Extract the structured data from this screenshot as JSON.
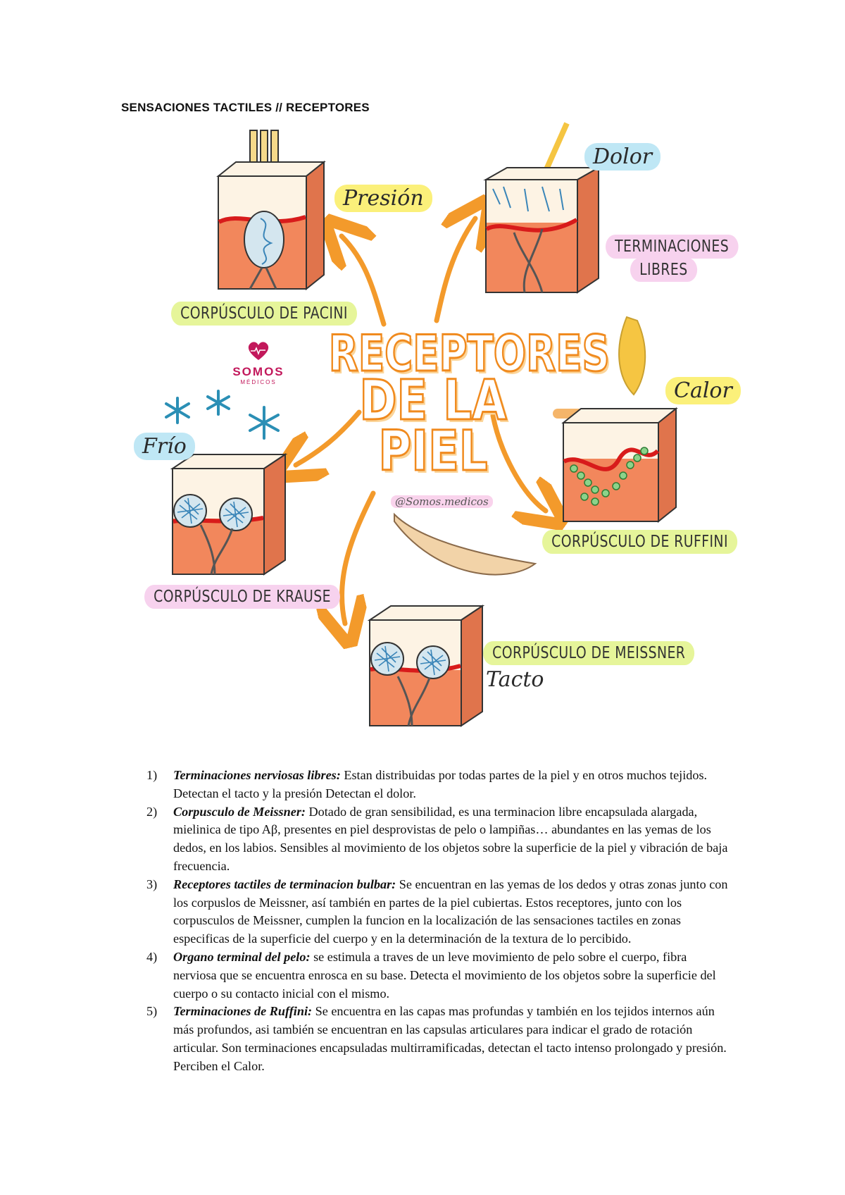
{
  "document": {
    "title": "SENSACIONES TACTILES // RECEPTORES"
  },
  "infographic": {
    "title_lines": [
      "RECEPTORES",
      "DE LA",
      "PIEL"
    ],
    "handle": "@Somos.medicos",
    "brand": {
      "name": "SOMOS",
      "subtitle": "MÉDICOS"
    },
    "labels": {
      "pacini": "CORPÚSCULO DE PACINI",
      "presion": "Presión",
      "dolor": "Dolor",
      "libres_1": "TERMINACIONES",
      "libres_2": "LIBRES",
      "calor": "Calor",
      "ruffini": "CORPÚSCULO DE RUFFINI",
      "frio": "Frío",
      "krause": "CORPÚSCULO DE KRAUSE",
      "meissner": "CORPÚSCULO DE MEISSNER",
      "tacto": "Tacto"
    },
    "colors": {
      "arrow": "#f39a2b",
      "skin_top": "#fdf3e4",
      "dermis": "#f2875c",
      "red_line": "#d81b1b"
    }
  },
  "list": [
    {
      "num": "1)",
      "term": "Terminaciones nerviosas libres:",
      "text": " Estan distribuidas por todas partes de la piel y en otros muchos tejidos. Detectan el tacto y la presión Detectan el dolor."
    },
    {
      "num": "2)",
      "term": "Corpusculo de Meissner:",
      "text": " Dotado de gran sensibilidad, es una terminacion libre encapsulada alargada, mielinica de tipo Aβ, presentes en piel desprovistas de pelo o lampiñas… abundantes en las yemas de los dedos, en los labios. Sensibles al movimiento de los objetos sobre la superficie de la piel y vibración de baja frecuencia."
    },
    {
      "num": "3)",
      "term": "Receptores tactiles de terminacion bulbar:",
      "text": " Se encuentran en las yemas de los dedos y otras zonas junto con los corpuslos de Meissner, así también en partes de la piel cubiertas. Estos receptores, junto con los corpusculos de Meissner, cumplen la funcion en la localización de las sensaciones tactiles en zonas especificas de la superficie del cuerpo y en la determinación de la textura de lo percibido."
    },
    {
      "num": "4)",
      "term": "Organo terminal del pelo:",
      "text": " se estimula a traves de un leve movimiento de pelo sobre el cuerpo, fibra nerviosa que se encuentra enrosca en su base. Detecta el movimiento de los objetos sobre la superficie del cuerpo o su contacto inicial con el mismo."
    },
    {
      "num": "5)",
      "term": "Terminaciones de Ruffini:",
      "text": " Se encuentra en las capas mas profundas y también en los tejidos internos aún más profundos, asi también se encuentran en las capsulas articulares para  indicar el grado de rotación articular. Son terminaciones encapsuladas multirramificadas, detectan el tacto intenso prolongado y presión. Perciben el Calor."
    }
  ]
}
